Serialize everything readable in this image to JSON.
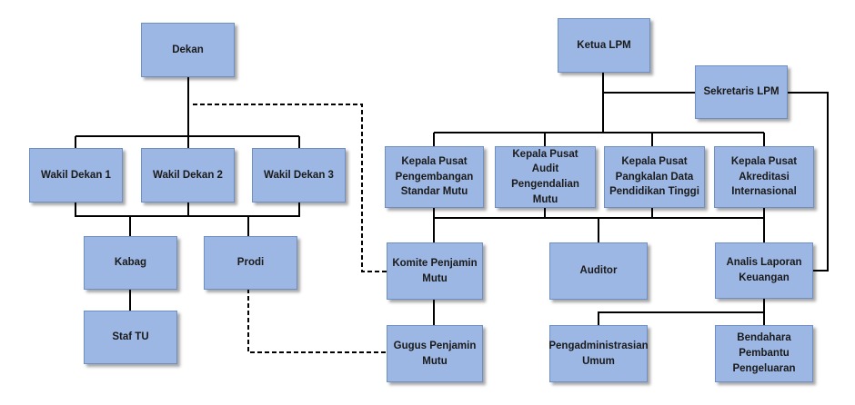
{
  "nodes": {
    "dekan": "Dekan",
    "wakil_dekan_1": "Wakil Dekan 1",
    "wakil_dekan_2": "Wakil Dekan 2",
    "wakil_dekan_3": "Wakil Dekan 3",
    "kabag": "Kabag",
    "prodi": "Prodi",
    "staf_tu": "Staf TU",
    "ketua_lpm": "Ketua LPM",
    "sekretaris_lpm": "Sekretaris LPM",
    "kapus_pengembangan": "Kepala Pusat\nPengembangan\nStandar Mutu",
    "kapus_audit": "Kepala Pusat Audit\nPengendalian Mutu",
    "kapus_pangkalan": "Kepala Pusat\nPangkalan Data\nPendidikan Tinggi",
    "kapus_akreditasi": "Kepala Pusat\nAkreditasi\nInternasional",
    "komite_penjamin_mutu": "Komite Penjamin\nMutu",
    "auditor": "Auditor",
    "analis_laporan_keuangan": "Analis Laporan\nKeuangan",
    "gugus_penjamin_mutu": "Gugus Penjamin\nMutu",
    "pengadministrasian_umum": "Pengadministrasian\nUmum",
    "bendahara_pembantu": "Bendahara\nPembantu\nPengeluaran"
  }
}
